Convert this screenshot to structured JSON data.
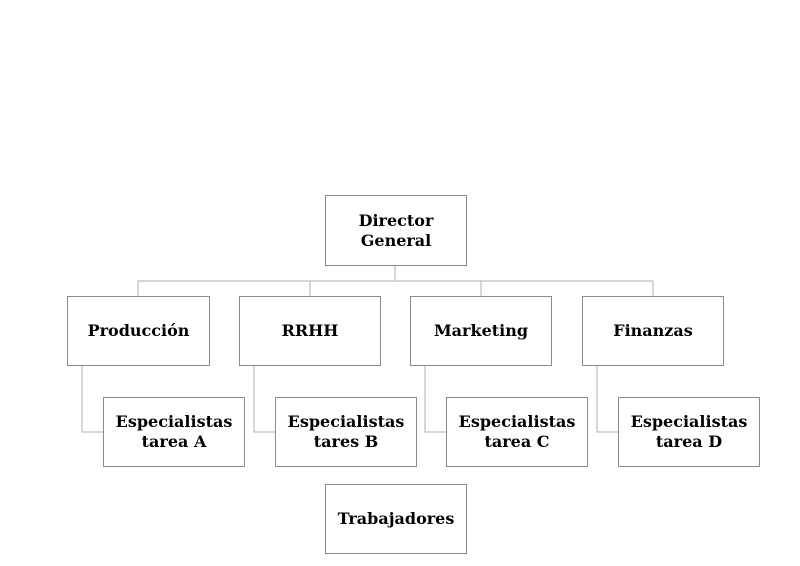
{
  "diagram": {
    "line_color": "#b0b0b0",
    "border_color": "#8a8a8a",
    "root": {
      "lines": [
        "Director",
        "General"
      ]
    },
    "departments": [
      {
        "label": "Producción",
        "specialist": [
          "Especialistas",
          "tarea A"
        ]
      },
      {
        "label": "RRHH",
        "specialist": [
          "Especialistas",
          "tares B"
        ]
      },
      {
        "label": "Marketing",
        "specialist": [
          "Especialistas",
          "tarea C"
        ]
      },
      {
        "label": "Finanzas",
        "specialist": [
          "Especialistas",
          "tarea D"
        ]
      }
    ],
    "workers": {
      "label": "Trabajadores"
    }
  }
}
